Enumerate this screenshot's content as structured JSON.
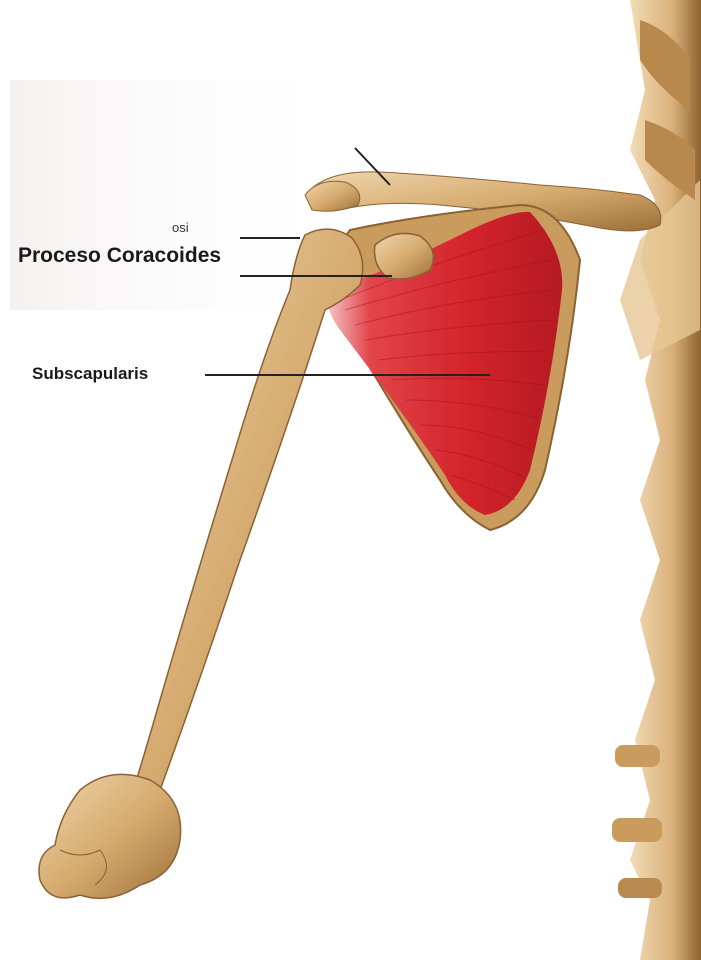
{
  "labels": {
    "coracoid": "Proceso Coracoides",
    "subscapularis": "Subscapularis",
    "partial_top": "osi"
  },
  "colors": {
    "bone_light": "#e8c99a",
    "bone_mid": "#c99b5c",
    "bone_dark": "#8b6233",
    "muscle": "#d8262c",
    "muscle_light": "#f2a7aa",
    "leader_line": "#222222"
  }
}
